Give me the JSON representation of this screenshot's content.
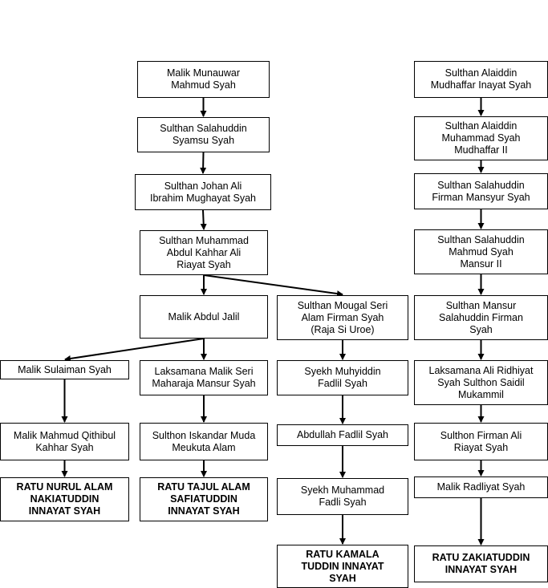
{
  "nodes": {
    "n1": "Malik Munauwar\nMahmud Syah",
    "n2": "Sulthan Salahuddin\nSyamsu Syah",
    "n3": "Sulthan Johan Ali\nIbrahim Mughayat Syah",
    "n4": "Sulthan Muhammad\nAbdul Kahhar Ali\nRiayat Syah",
    "n5": "Malik Abdul Jalil",
    "n6": "Sulthan Mougal Seri\nAlam Firman Syah\n(Raja Si Uroe)",
    "n7": "Malik Sulaiman Syah",
    "n8": "Laksamana Malik Seri\nMaharaja Mansur Syah",
    "n9": "Malik Mahmud Qithibul\nKahhar Syah",
    "n10": "Sulthon Iskandar Muda\nMeukuta Alam",
    "n11": "RATU NURUL ALAM\nNAKIATUDDIN\nINNAYAT SYAH",
    "n12": "RATU TAJUL ALAM\nSAFIATUDDIN\nINNAYAT SYAH",
    "n13": "Syekh Muhyiddin\nFadlil Syah",
    "n14": "Abdullah Fadlil Syah",
    "n15": "Syekh Muhammad\nFadli Syah",
    "n16": "RATU KAMALA\nTUDDIN INNAYAT\nSYAH",
    "r1": "Sulthan Alaiddin\nMudhaffar Inayat Syah",
    "r2": "Sulthan Alaiddin\nMuhammad Syah\nMudhaffar II",
    "r3": "Sulthan Salahuddin\nFirman Mansyur Syah",
    "r4": "Sulthan Salahuddin\nMahmud Syah\nMansur II",
    "r5": "Sulthan Mansur\nSalahuddin Firman\nSyah",
    "r6": "Laksamana Ali Ridhiyat\nSyah Sulthon Saidil\nMukammil",
    "r7": "Sulthon Firman Ali\nRiayat Syah",
    "r8": "Malik Radliyat Syah",
    "r9": "RATU ZAKIATUDDIN\nINNAYAT SYAH"
  },
  "edges": [
    [
      "n1",
      "n2"
    ],
    [
      "n2",
      "n3"
    ],
    [
      "n3",
      "n4"
    ],
    [
      "n4",
      "n5"
    ],
    [
      "n4",
      "n6"
    ],
    [
      "n5",
      "n7"
    ],
    [
      "n5",
      "n8"
    ],
    [
      "n7",
      "n9"
    ],
    [
      "n9",
      "n11"
    ],
    [
      "n8",
      "n10"
    ],
    [
      "n10",
      "n12"
    ],
    [
      "n6",
      "n13"
    ],
    [
      "n13",
      "n14"
    ],
    [
      "n14",
      "n15"
    ],
    [
      "n15",
      "n16"
    ],
    [
      "r1",
      "r2"
    ],
    [
      "r2",
      "r3"
    ],
    [
      "r3",
      "r4"
    ],
    [
      "r4",
      "r5"
    ],
    [
      "r5",
      "r6"
    ],
    [
      "r6",
      "r7"
    ],
    [
      "r7",
      "r8"
    ],
    [
      "r8",
      "r9"
    ]
  ]
}
